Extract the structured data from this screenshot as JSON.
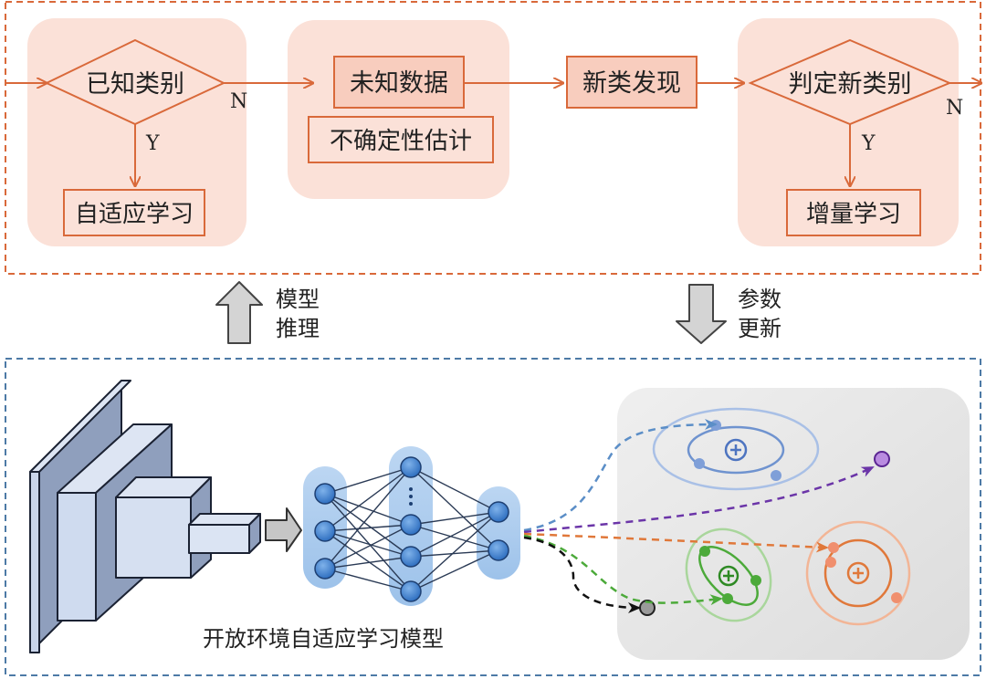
{
  "top_flow": {
    "known_class_diamond": "已知类别",
    "yes_label_1": "Y",
    "no_label_1": "N",
    "adaptive_learning": "自适应学习",
    "unknown_data": "未知数据",
    "uncertainty_estimation": "不确定性估计",
    "new_class_discovery": "新类发现",
    "judge_new_class_diamond": "判定新类别",
    "yes_label_2": "Y",
    "no_label_2": "N",
    "incremental_learning": "增量学习"
  },
  "middle": {
    "model_inference_line1": "模型",
    "model_inference_line2": "推理",
    "param_update_line1": "参数",
    "param_update_line2": "更新"
  },
  "bottom": {
    "model_caption": "开放环境自适应学习模型"
  },
  "colors": {
    "flow_orange": "#d9693a",
    "panel_pink": "#fbe1d8",
    "box_fill": "#f8cdbe",
    "top_border": "#d9693a",
    "bottom_border": "#4d7aa6",
    "cluster_blue": "#6f93cf",
    "cluster_green": "#4caa3a",
    "cluster_orange": "#e0783a",
    "outlier_purple": "#7a3fb0",
    "outlier_gray": "#666666"
  }
}
